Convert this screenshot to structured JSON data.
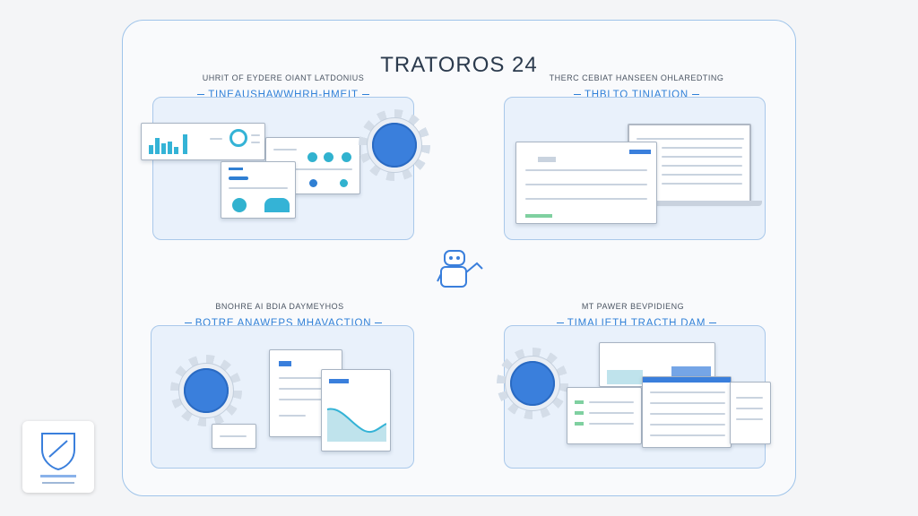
{
  "title": "TRATOROS 24",
  "quadrants": [
    {
      "heading": "UHRIT OF EYDERE OIANT LATDONIUS",
      "subheading": "TINEAUSHAWWHRH-HMEIT"
    },
    {
      "heading": "THERC CEBIAT HANSEEN OHLAREDTING",
      "subheading": "THBLTO TINIATION"
    },
    {
      "heading": "BNOHRE AI BDIA DAYMEYHOS",
      "subheading": "BOTRE ANAWEPS MHAVACTION"
    },
    {
      "heading": "MT PAWER BEVPIDIENG",
      "subheading": "TIMALIETH TRACTH DAM"
    }
  ],
  "colors": {
    "accent": "#3a7fdc",
    "border": "#a9c8ea",
    "teal": "#34b3d6"
  },
  "icons": [
    "gear-icon",
    "robot-icon",
    "shield-logo-icon"
  ]
}
